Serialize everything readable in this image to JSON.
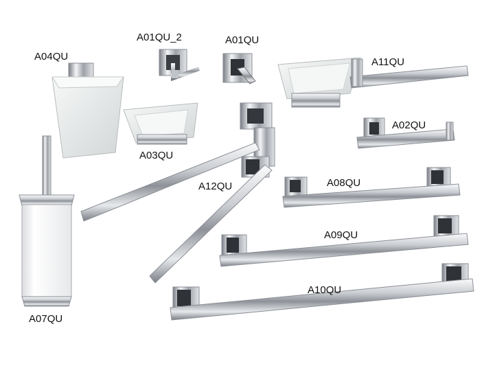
{
  "products": [
    {
      "code": "A01QU_2",
      "item": "double-robe-hook"
    },
    {
      "code": "A01QU",
      "item": "robe-hook"
    },
    {
      "code": "A04QU",
      "item": "tumbler-holder"
    },
    {
      "code": "A11QU",
      "item": "soap-dish-with-towel-bar"
    },
    {
      "code": "A03QU",
      "item": "soap-dish"
    },
    {
      "code": "A02QU",
      "item": "toilet-roll-holder"
    },
    {
      "code": "A12QU",
      "item": "swivel-towel-bar"
    },
    {
      "code": "A08QU",
      "item": "towel-bar-short"
    },
    {
      "code": "A09QU",
      "item": "towel-bar-medium"
    },
    {
      "code": "A10QU",
      "item": "towel-bar-long"
    },
    {
      "code": "A07QU",
      "item": "toilet-brush-holder"
    }
  ],
  "colors": {
    "background": "#ffffff",
    "chrome_light": "#f2f3f5",
    "chrome_dark": "#6e7279",
    "frosted_glass": "#eceeee",
    "label": "#111111"
  }
}
